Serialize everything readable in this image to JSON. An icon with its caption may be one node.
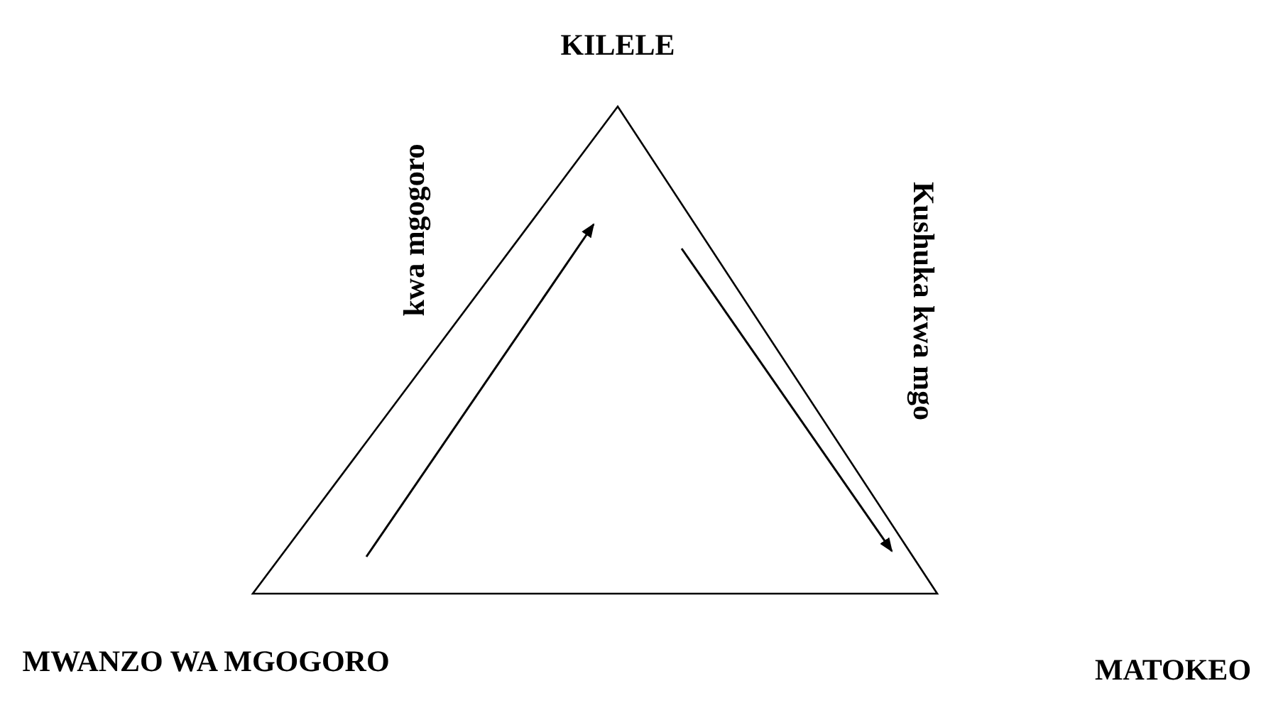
{
  "diagram": {
    "labels": [
      "KILELE",
      "kwa mgogoro",
      "Kushuka kwa mgo",
      "MWANZO WA MGOGORO",
      "MATOKEO"
    ]
  }
}
